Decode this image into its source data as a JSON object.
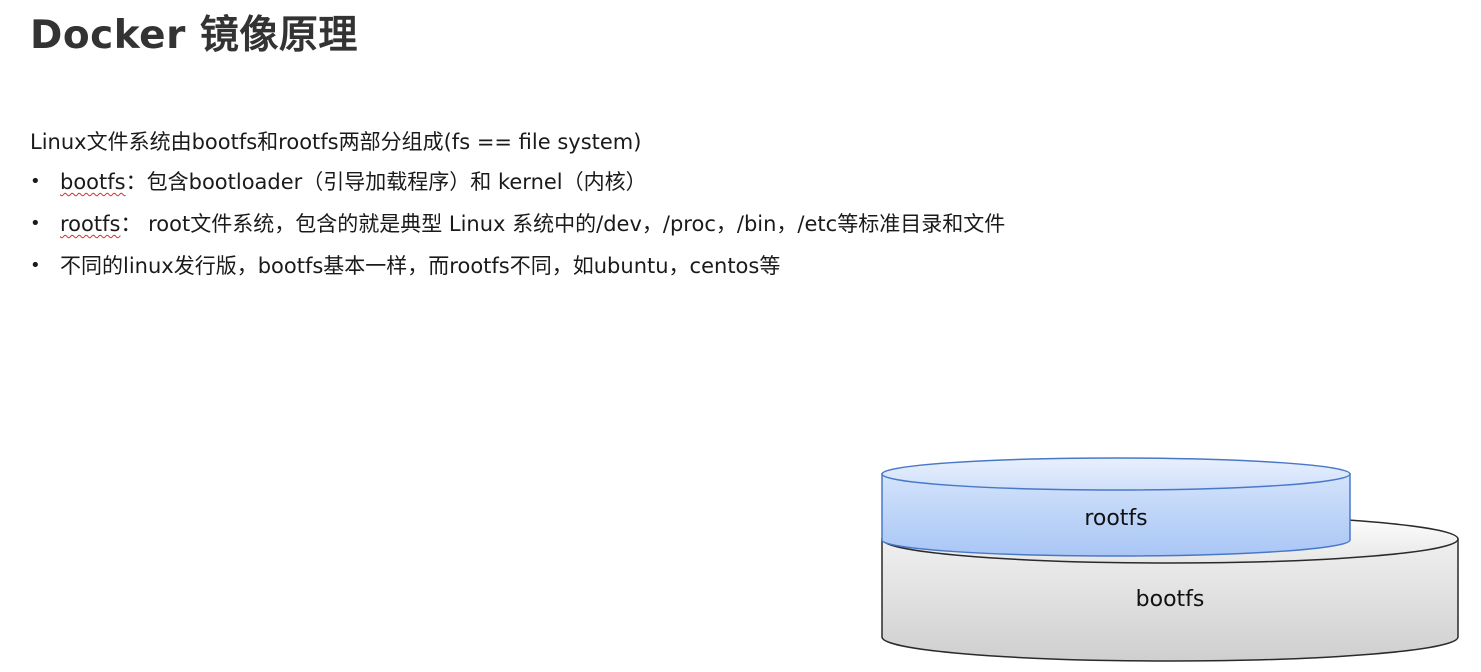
{
  "title": "Docker 镜像原理",
  "intro": "Linux文件系统由bootfs和rootfs两部分组成(fs == file system)",
  "bullets": [
    {
      "marker": "•",
      "term": "bootfs",
      "rest": "：包含bootloader（引导加载程序）和 kernel（内核）"
    },
    {
      "marker": "•",
      "term": "rootfs",
      "rest": "： root文件系统，包含的就是典型 Linux 系统中的/dev，/proc，/bin，/etc等标准目录和文件"
    },
    {
      "marker": "•",
      "term": "",
      "rest": "不同的linux发行版，bootfs基本一样，而rootfs不同，如ubuntu，centos等"
    }
  ],
  "diagram": {
    "layers": [
      {
        "name": "bootfs",
        "label": "bootfs",
        "color": "#d6d6d6"
      },
      {
        "name": "rootfs",
        "label": "rootfs",
        "color": "#b4cdf7"
      }
    ]
  }
}
